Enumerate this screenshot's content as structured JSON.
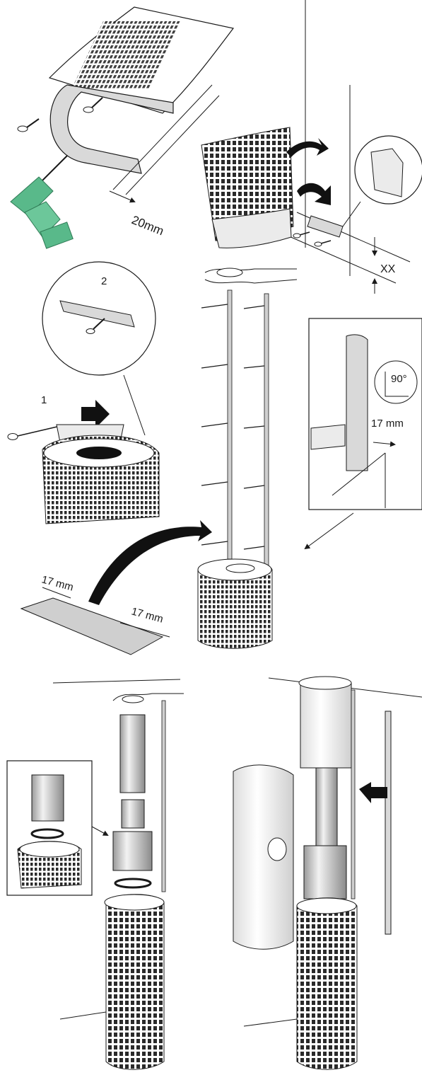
{
  "labels": {
    "dim_20mm": "20mm",
    "dim_xx": "XX",
    "step_2": "2",
    "step_1": "1",
    "angle_90": "90°",
    "dim_17mm_detail": "17 mm",
    "dim_17mm_left": "17 mm",
    "dim_17mm_right": "17 mm"
  },
  "colors": {
    "line": "#1a1a1a",
    "grey_fill": "#d9d9d9",
    "panel_fill": "#ebebeb",
    "drill_green": "#59b98a",
    "arrow": "#111111"
  }
}
